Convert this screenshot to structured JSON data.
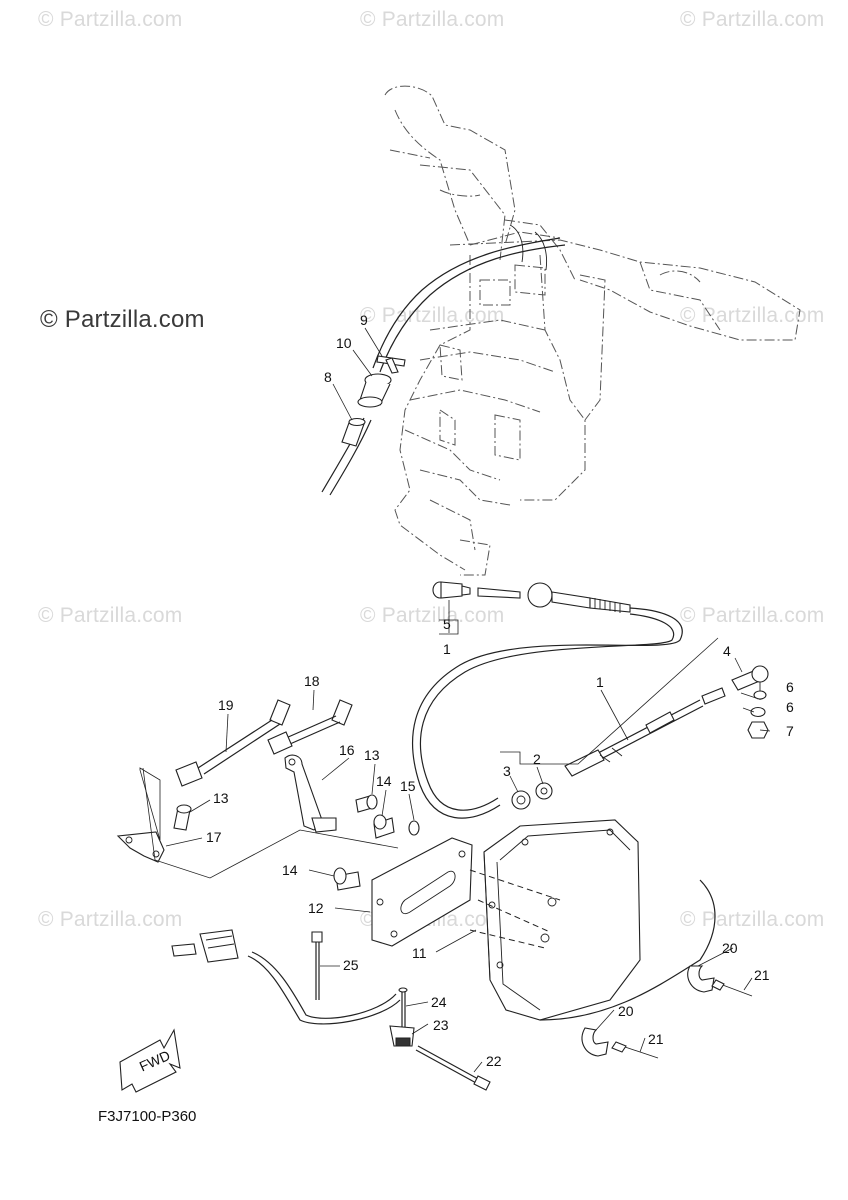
{
  "watermarks": [
    {
      "text": "© Partzilla.com",
      "variant": "faint"
    },
    {
      "text": "© Partzilla.com",
      "variant": "strong"
    }
  ],
  "diagram_reference": "F3J7100-P360",
  "fwd_label": "FWD",
  "callouts": [
    "1",
    "2",
    "3",
    "4",
    "5",
    "6",
    "7",
    "8",
    "9",
    "10",
    "11",
    "12",
    "13",
    "14",
    "15",
    "16",
    "17",
    "18",
    "19",
    "20",
    "21",
    "22",
    "23",
    "24",
    "25"
  ]
}
